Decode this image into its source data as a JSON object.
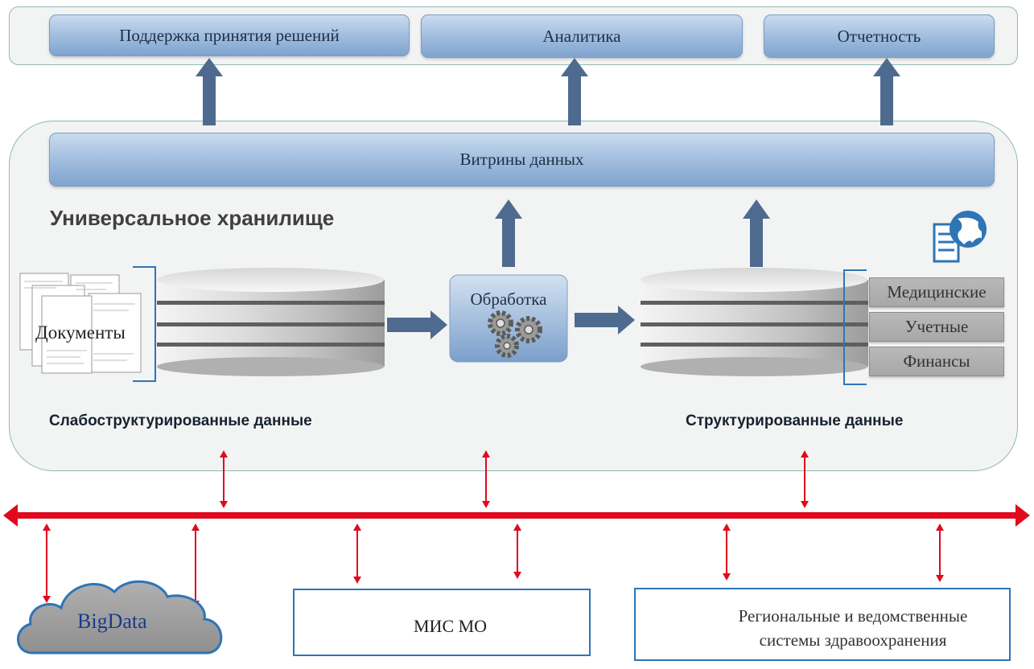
{
  "top_boxes": {
    "decision_support": "Поддержка принятия решений",
    "analytics": "Аналитика",
    "reporting": "Отчетность"
  },
  "data_marts": "Витрины данных",
  "storage_title": "Универсальное хранилище",
  "documents_label": "Документы",
  "processing_label": "Обработка",
  "structured_tags": [
    "Медицинские",
    "Учетные",
    "Финансы"
  ],
  "semi_structured_label": "Слабоструктурированные данные",
  "structured_label": "Структурированные данные",
  "bigdata_label": "BigData",
  "mis_label": "МИС МО",
  "regional_label_line1": "Региональные и ведомственные",
  "regional_label_line2": "системы здравоохранения",
  "colors": {
    "accent_blue": "#2e75b6",
    "arrow_blue": "#4e6b8f",
    "bus_red": "#e00a1e",
    "cloud_grey": "#9a9a9a"
  }
}
